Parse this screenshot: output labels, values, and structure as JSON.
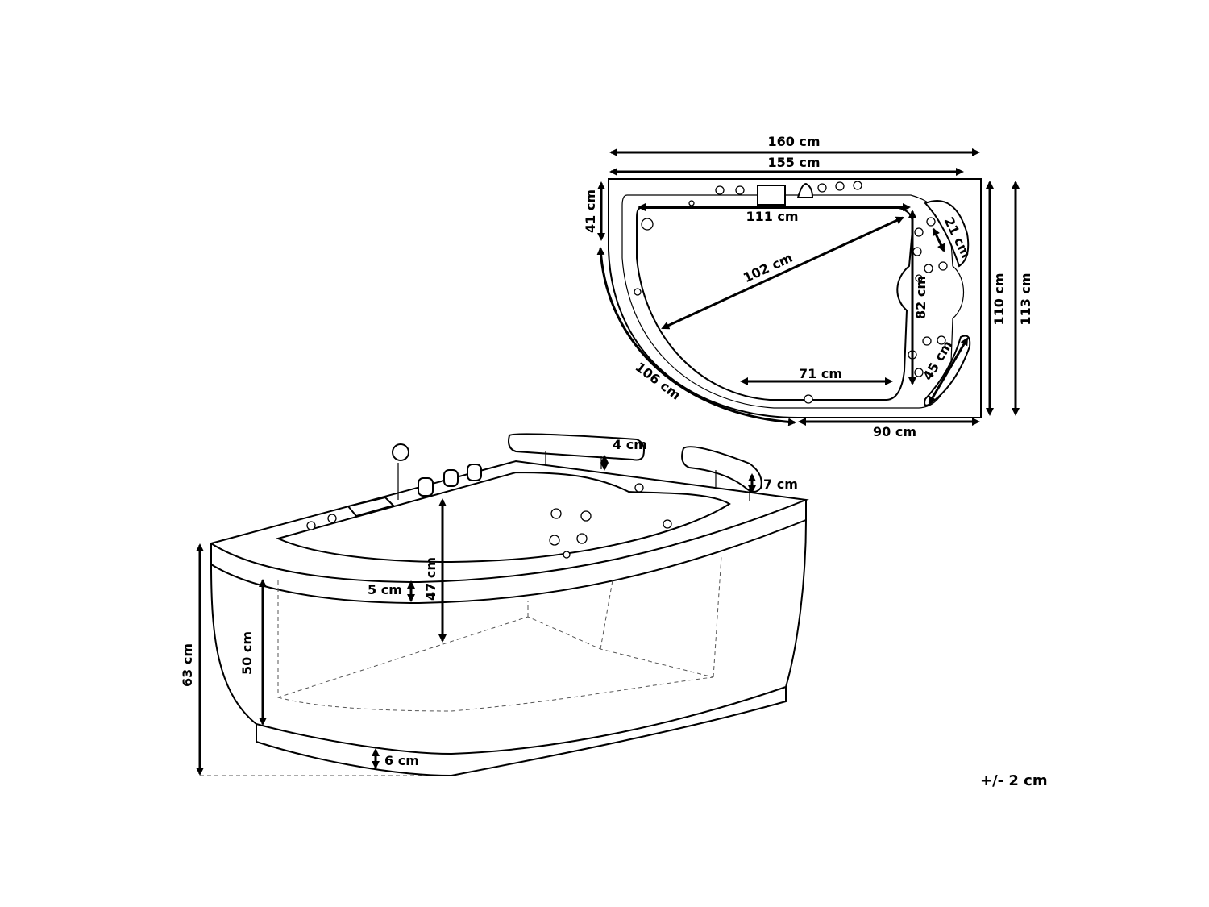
{
  "top_view": {
    "width_outer": "160 cm",
    "width_inner": "155 cm",
    "depth_left": "41 cm",
    "inner_length": "111 cm",
    "diagonal": "102 cm",
    "inner_depth": "82 cm",
    "headrest_width": "21 cm",
    "headrest_length": "45 cm",
    "bottom_length": "71 cm",
    "arc_length": "106 cm",
    "right_width": "90 cm",
    "height_inner": "110 cm",
    "height_outer": "113 cm"
  },
  "side_view": {
    "headrest_gap": "4 cm",
    "pillow_thickness": "7 cm",
    "rim_thickness": "5 cm",
    "inner_height": "47 cm",
    "panel_height": "50 cm",
    "total_height": "63 cm",
    "base_height": "6 cm"
  },
  "tolerance": "+/- 2 cm"
}
